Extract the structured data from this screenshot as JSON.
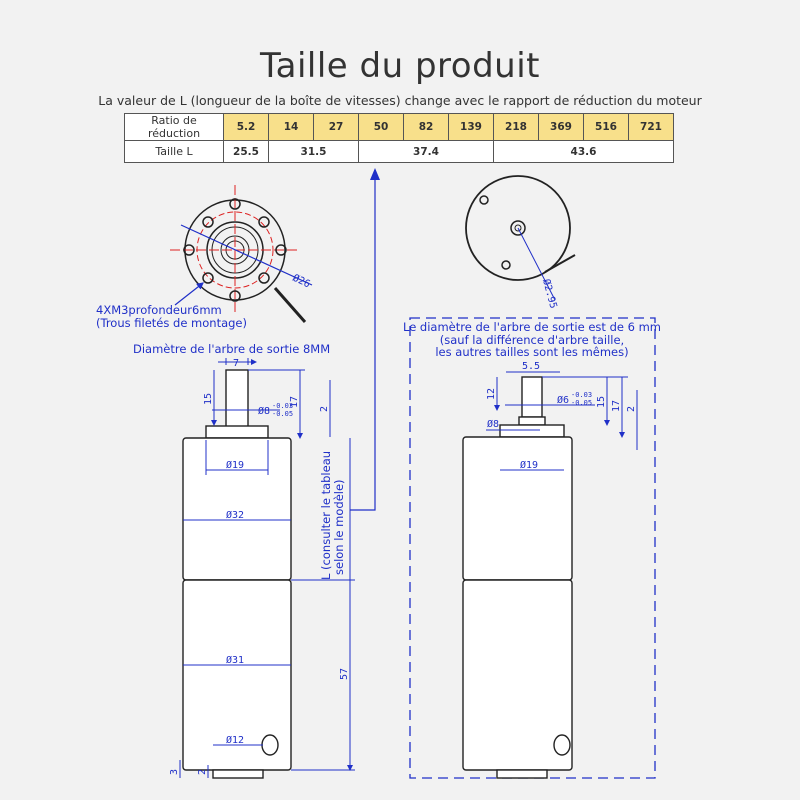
{
  "title": "Taille du produit",
  "subtitle": "La valeur de L (longueur de la boîte de vitesses) change avec le rapport de réduction du moteur",
  "table": {
    "row1_header": "Ratio de réduction",
    "ratios": [
      "5.2",
      "14",
      "27",
      "50",
      "82",
      "139",
      "218",
      "369",
      "516",
      "721"
    ],
    "row2_header": "Taille L",
    "sizes": [
      "25.5",
      "31.5",
      "37.4",
      "43.6"
    ]
  },
  "left": {
    "mount_note_1": "4XM3profondeur6mm",
    "mount_note_2": "(Trous filetés de montage)",
    "d26": "Ø26",
    "shaft_note": "Diamètre de l'arbre de sortie 8MM",
    "w7": "7",
    "h15": "15",
    "d8": "Ø8",
    "tol_up": "-0.03",
    "tol_dn": "-0.05",
    "h17": "17",
    "h2": "2",
    "d19": "Ø19",
    "d32": "Ø32",
    "d31": "Ø31",
    "d12": "Ø12",
    "h57": "57",
    "h3": "3",
    "h2b": "2",
    "L_label_1": "L (consulter le tableau",
    "L_label_2": "selon le modèle)"
  },
  "right": {
    "d295": "Ø2.95",
    "note_1": "Le diamètre de l'arbre de sortie est de 6 mm",
    "note_2": "(sauf la différence d'arbre taille,",
    "note_3": "les autres tailles sont les mêmes)",
    "w55": "5.5",
    "h12": "12",
    "d6": "Ø6",
    "tol_up": "-0.03",
    "tol_dn": "-0.05",
    "h15": "15",
    "h17": "17",
    "h2": "2",
    "d8": "Ø8",
    "d19": "Ø19"
  }
}
